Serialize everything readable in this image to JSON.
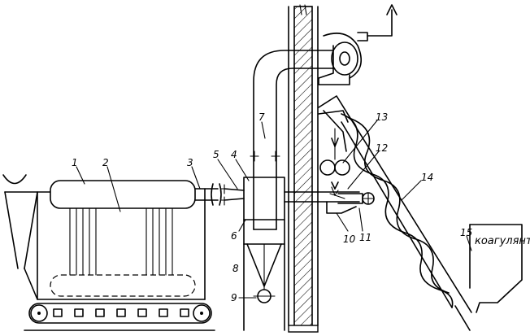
{
  "labels": {
    "n1": "1",
    "n2": "2",
    "n3": "3",
    "n4": "4",
    "n5": "5",
    "n6": "6",
    "n7": "7",
    "n8": "8",
    "n9": "9",
    "n10": "10",
    "n11": "11",
    "n12": "12",
    "n13": "13",
    "n14": "14",
    "n15": "15"
  },
  "coagulant_label": "коагулянт"
}
